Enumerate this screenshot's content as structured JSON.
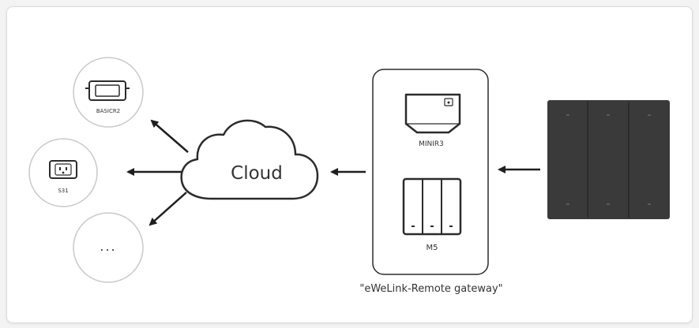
{
  "diagram": {
    "devices": {
      "basicr2": {
        "label": "BASICR2",
        "icon": "relay-module-icon"
      },
      "s31": {
        "label": "S31",
        "icon": "smart-plug-icon"
      },
      "more": {
        "label": "...",
        "icon": "ellipsis-icon"
      }
    },
    "cloud": {
      "label": "Cloud",
      "icon": "cloud-icon"
    },
    "gateway": {
      "caption": "\"eWeLink-Remote gateway\"",
      "minir3": {
        "label": "MINIR3",
        "icon": "minir3-relay-icon"
      },
      "m5": {
        "label": "M5",
        "icon": "m5-switch-icon"
      }
    },
    "remote": {
      "icon": "wall-remote-panel-icon",
      "color": "#3a3a3a"
    },
    "colors": {
      "stroke": "#2b2b2b",
      "circle_border": "#c9c9c9",
      "arrow": "#1f1f1f"
    }
  }
}
